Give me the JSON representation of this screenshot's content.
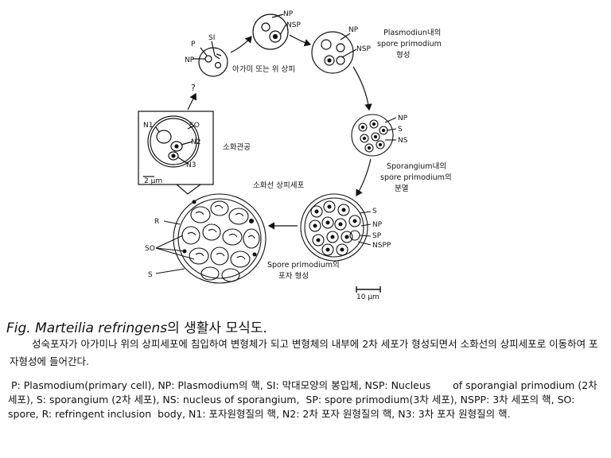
{
  "diagram": {
    "labels": {
      "p": "P",
      "si": "SI",
      "np_top": "NP",
      "np_stage2": "NP",
      "nsp_stage2": "NSP",
      "np_stage3": "NP",
      "nsp_stage3": "NSP",
      "gill": "아가미 또는 위 상피",
      "plasmodium_stage_1": "Plasmodiun내의",
      "plasmodium_stage_2": "spore primodium",
      "plasmodium_stage_3": "형성",
      "np_stage4": "NP",
      "s_stage4": "S",
      "ns_stage4": "NS",
      "sporangium_1": "Sporangium내의",
      "sporangium_2": "spore primodium의",
      "sporangium_3": "분열",
      "s_stage5": "S",
      "np_stage5": "NP",
      "sp_stage5": "SP",
      "nspp_stage5": "NSPP",
      "spore_formation_1": "Spore primodium의",
      "spore_formation_2": "포자 형성",
      "epithelium": "소화선 상피세포",
      "r": "R",
      "so_big": "SO",
      "s_big": "S",
      "n1": "N1",
      "so_inset": "SO",
      "n2": "N2",
      "n3": "N3",
      "scale_inset": "2 μm",
      "digestive_tubule": "소화관공",
      "scale_main": "10 μm",
      "question": "?"
    }
  },
  "caption": {
    "fig_prefix": "Fig.",
    "species": "Marteilia refringens",
    "title_suffix": "의 생활사 모식도.",
    "description": "성숙포자가 아가미나 위의 상피세포에 침입하여 변형체가 되고 변형체의 내부에 2차 세포가 형성되면서 소화선의 상피세포로 이동하여 포자형성에 들어간다.",
    "legend": " P: Plasmodium(primary cell), NP: Plasmodium의 핵, SI: 막대모양의 봉입체, NSP: Nucleus       of sporangial primodium (2차세포), S: sporangium (2차 세포), NS: nucleus of sporangium,  SP: spore primodium(3차 세포), NSPP: 3차 세포의 핵, SO: spore, R: refringent inclusion  body, N1: 포자원형질의 핵, N2: 2차 포자 원형질의 핵, N3: 3차 포자 원형질의 핵."
  }
}
